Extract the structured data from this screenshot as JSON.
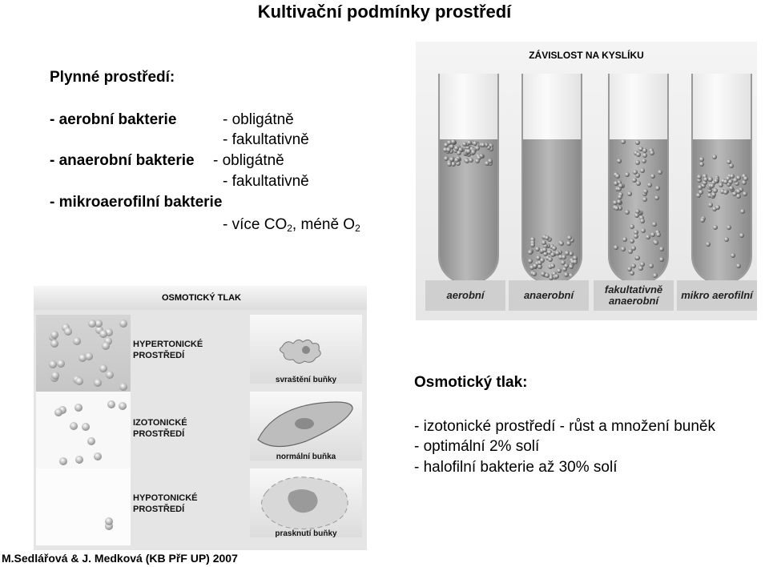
{
  "title": "Kultivační podmínky prostředí",
  "gas": {
    "heading": "Plynné  prostředí:",
    "aerobic": "- aerobní bakterie",
    "obligate": "- obligátně",
    "facultative": "- fakultativně",
    "anaerobic": "- anaerobní bakterie",
    "anaerobic_obligate": "- obligátně",
    "anaerobic_facultative": "- fakultativně",
    "micro": "- mikroaerofilní bakterie",
    "micro_detail_prefix": "- více CO",
    "micro_detail_sub1": "2",
    "micro_detail_mid": ", méně O",
    "micro_detail_sub2": "2"
  },
  "oxygen_figure": {
    "title": "ZÁVISLOST NA KYSLÍKU",
    "labels": [
      "aerobní",
      "anaerobní",
      "fakultativně anaerobní",
      "mikro aerofilní"
    ]
  },
  "osmotic_figure": {
    "title": "OSMOTICKÝ   TLAK",
    "hyper": "HYPERTONICKÉ PROSTŘEDÍ",
    "iso": "IZOTONICKÉ PROSTŘEDÍ",
    "hypo": "HYPOTONICKÉ PROSTŘEDÍ",
    "shrink": "svraštění  buňky",
    "normal": "normální  buňka",
    "burst": "prasknutí   buňky"
  },
  "osmotic": {
    "heading": "Osmotický  tlak:",
    "item1": "- izotonické  prostředí - růst a množení buněk",
    "item2": "- optimální 2% solí",
    "item3": "- halofilní bakterie až 30% solí"
  },
  "footer": "M.Sedlářová & J. Medková (KB PřF UP) 2007"
}
